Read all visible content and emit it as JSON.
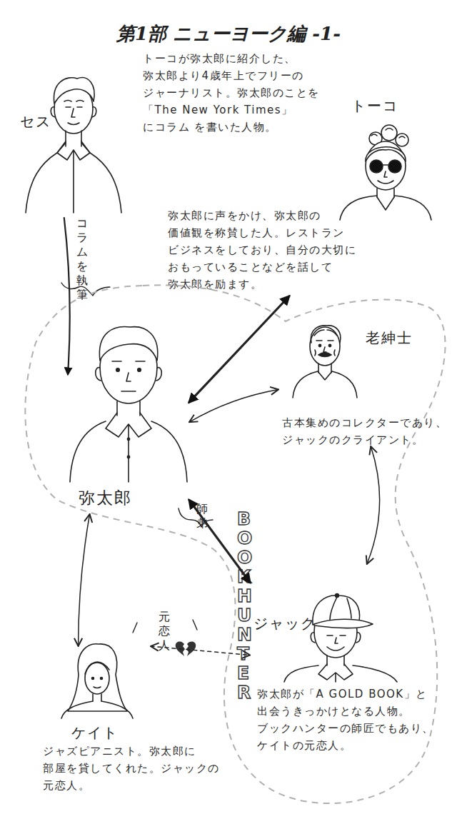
{
  "diagram": {
    "title": "第1部 ニューヨーク編 -1-",
    "nodes": [
      {
        "text": [
          "セス",
          "トーコが弥太郎に紹介した、 弥太郎より4歳年上でフリーの ジャーナリスト。弥太郎のことを 「The New York Times」にコラム を書いた人物。"
        ]
      },
      {
        "text": [
          "トーコ",
          "弥太郎に声をかけ、弥太郎の 価値観を称賛した人。レストラン ビジネスをしており、自分の大切に おもっていることなどを話して 弥太郎を励ます。"
        ]
      },
      {
        "text": [
          "BOOK HUNTER"
        ]
      },
      {
        "text": [
          "弥太郎"
        ],
        "in": 2
      },
      {
        "text": [
          "老紳士",
          "古本集めのコレクターであり、 ジャックのクライアント。"
        ],
        "in": 2
      },
      {
        "text": [
          "ジャック",
          "弥太郎が「A GOLD BOOK」と 出会うきっかけとなる人物。 ブックハンターの師匠でもあり、 ケイトの元恋人。"
        ],
        "in": 2
      },
      {
        "text": [
          "ケイト",
          "ジャズピアニスト。弥太郎に 部屋を貸してくれた。ジャックの 元恋人。"
        ]
      }
    ],
    "edges": [
      {
        "from": 0,
        "to": 3,
        "label": "コラムを 執筆",
        "arrow": "to"
      },
      {
        "from": 1,
        "to": 3,
        "arrow": "both"
      },
      {
        "from": 3,
        "to": 4,
        "arrow": "both"
      },
      {
        "from": 4,
        "to": 5,
        "arrow": "both"
      },
      {
        "from": 3,
        "to": 5,
        "label": "師弟",
        "arrow": "both"
      },
      {
        "from": 3,
        "to": 6,
        "arrow": "both"
      },
      {
        "from": 6,
        "to": 5,
        "label": "元恋人",
        "arrow": "both"
      }
    ]
  }
}
